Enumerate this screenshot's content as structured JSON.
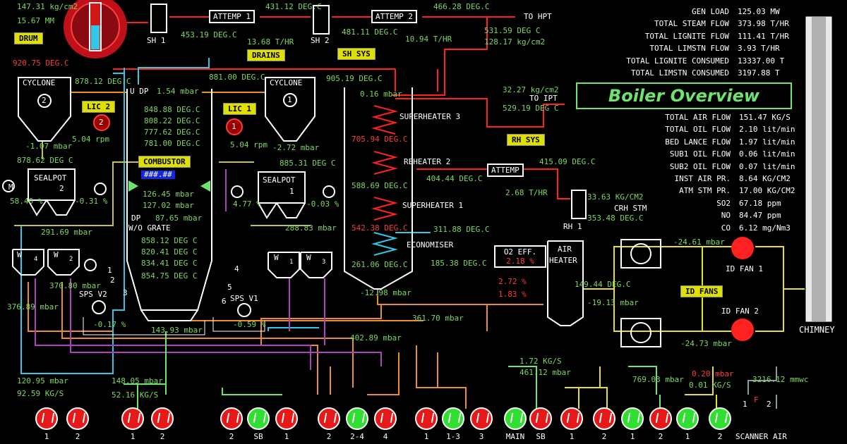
{
  "title": "Boiler Overview",
  "drum": {
    "pressure": "147.31 kg/cm2",
    "level": "15.67 MM",
    "label": "DRUM",
    "temp": "920.75 DEG.C"
  },
  "sh1": {
    "label": "SH 1",
    "temp": "453.19 DEG.C"
  },
  "attemp1": {
    "label": "ATTEMP 1",
    "temp": "431.12 DEG.C",
    "flow": "13.68 T/HR"
  },
  "sh2": {
    "label": "SH 2",
    "temp": "481.11 DEG.C"
  },
  "attemp2": {
    "label": "ATTEMP 2",
    "temp": "466.28 DEG.C",
    "flow": "10.94 T/HR"
  },
  "hpt": {
    "label": "TO HPT",
    "temp": "531.59 DEG C",
    "pressure": "128.17 kg/cm2"
  },
  "buttons": {
    "drains": "DRAINS",
    "sh_sys": "SH SYS",
    "rh_sys": "RH SYS",
    "lic2": "LIC 2",
    "lic1": "LIC 1",
    "combustor": "COMBUSTOR",
    "id_fans": "ID FANS"
  },
  "cyclone2": {
    "label": "CYCLONE",
    "num": "2",
    "temp": "878.12 DEG.C",
    "pressure": "-1.07 mbar"
  },
  "cyclone1": {
    "label": "CYCLONE",
    "num": "1",
    "temp_in": "881.00 DEG.C",
    "temp_out": "905.19 DEG.C",
    "pressure": "-2.72 mbar"
  },
  "combustor": {
    "udp_label": "U DP",
    "udp": "1.54 mbar",
    "temps": [
      "848.88 DEG.C",
      "808.22 DEG.C",
      "777.62 DEG.C",
      "781.00 DEG.C"
    ],
    "hash": "###.##",
    "mid": [
      "126.45 mbar",
      "127.02 mbar",
      "87.65 mbar"
    ],
    "dp_label": "DP",
    "wo_grate": "W/O GRATE",
    "bed": [
      "858.12 DEG C",
      "820.41 DEG C",
      "834.41 DEG C",
      "854.75 DEG C"
    ],
    "bottom": "143.93 mbar"
  },
  "lic2_rpm": "5.04 rpm",
  "lic1_rpm": "5.04 rpm",
  "sealpot2": {
    "label": "SEALPOT",
    "num": "2",
    "temp": "878.62 DEG C",
    "left": "58.40 %",
    "right": "-0.31 %",
    "pressure": "291.69 mbar"
  },
  "sealpot1": {
    "label": "SEALPOT",
    "num": "1",
    "temp": "885.31 DEG C",
    "left": "4.77 %",
    "right": "-0.03 %",
    "pressure": "288.83 mbar"
  },
  "sps_v2": {
    "label": "SPS V2",
    "value": "-0.17 %"
  },
  "sps_v1": {
    "label": "SPS V1",
    "value": "-0.59 %"
  },
  "left_vals": {
    "p1": "370.80 mbar",
    "p2": "376.89 mbar",
    "p3": "361.70 mbar",
    "p4": "402.89 mbar"
  },
  "nums": [
    "1",
    "2",
    "3",
    "4",
    "5",
    "6"
  ],
  "backpass": {
    "top": "0.16 mbar",
    "sh3": "SUPERHEATER 3",
    "t1": "705.94 DEG.C",
    "rh2": "REHEATER 2",
    "t2": "588.69 DEG.C",
    "sh1": "SUPERHEATER 1",
    "t3": "542.38 DEG.C",
    "t3b": "311.88 DEG.C",
    "eco": "ECONOMISER",
    "t4": "261.06 DEG.C",
    "t4b": "185.38 DEG.C",
    "bottom": "-12.98 mbar"
  },
  "ipt": {
    "pressure": "32.27 kg/cm2",
    "label": "TO IPT",
    "temp": "529.19 DEG C"
  },
  "rh_attemp": {
    "label": "ATTEMP",
    "temp_in": "404.44 DEG.C",
    "temp_out": "415.09 DEG.C",
    "flow": "2.68 T/HR"
  },
  "rh1": {
    "label": "RH 1",
    "pressure": "33.63 KG/CM2",
    "crh": "CRH STM",
    "temp": "353.48 DEG.C"
  },
  "o2": {
    "label": "O2 EFF.",
    "value": "2.18 %",
    "v2": "2.72 %",
    "v3": "1.83 %"
  },
  "air_heater": {
    "label1": "AIR",
    "label2": "HEATER",
    "temp": "149.44 DEG.C",
    "pressure": "-19.13 mbar"
  },
  "id_fan1": {
    "label": "ID FAN 1",
    "pressure": "-24.61 mbar"
  },
  "id_fan2": {
    "label": "ID FAN 2",
    "pressure": "-24.73 mbar"
  },
  "chimney": "CHIMNEY",
  "stats": [
    {
      "label": "GEN LOAD",
      "value": "125.03 MW"
    },
    {
      "label": "TOTAL STEAM FLOW",
      "value": "373.98 T/HR"
    },
    {
      "label": "TOTAL LIGNITE FLOW",
      "value": "111.41 T/HR"
    },
    {
      "label": "TOTAL LIMSTN FLOW",
      "value": "3.93 T/HR"
    },
    {
      "label": "TOTAL LIGNITE CONSUMED",
      "value": "13337.00 T"
    },
    {
      "label": "TOTAL LIMSTN CONSUMED",
      "value": "3197.88 T"
    }
  ],
  "stats2": [
    {
      "label": "TOTAL AIR FLOW",
      "value": "151.47 KG/S"
    },
    {
      "label": "TOTAL OIL FLOW",
      "value": "2.10 lit/min"
    },
    {
      "label": "BED LANCE FLOW",
      "value": "1.97 lit/min"
    },
    {
      "label": "SUB1 OIL FLOW",
      "value": "0.06 lit/min"
    },
    {
      "label": "SUB2 OIL FLOW",
      "value": "0.07 lit/min"
    },
    {
      "label": "INST AIR PR.",
      "value": "8.64 KG/CM2"
    },
    {
      "label": "ATM STM PR.",
      "value": "17.00 KG/CM2"
    },
    {
      "label": "SO2",
      "value": "67.18 ppm"
    },
    {
      "label": "NO",
      "value": "84.47 ppm"
    },
    {
      "label": "CO",
      "value": "6.12 mg/Nm3"
    }
  ],
  "bottom_vals": {
    "a": "120.95 mbar",
    "b": "92.59 KG/S",
    "c": "148.05 mbar",
    "d": "52.16 KG/S",
    "e": "1.72 KG/S",
    "f": "461.12 mbar",
    "g": "769.03 mbar",
    "h": "0.20 mbar",
    "i": "0.01 KG/S",
    "j": "3216.12 mmwc"
  },
  "fans": [
    {
      "label": "1",
      "color": "red"
    },
    {
      "label": "2",
      "color": "red"
    },
    {
      "label": "1",
      "color": "red"
    },
    {
      "label": "2",
      "color": "red"
    },
    {
      "label": "2",
      "color": "red"
    },
    {
      "label": "SB",
      "color": "green"
    },
    {
      "label": "1",
      "color": "red"
    },
    {
      "label": "2",
      "color": "red"
    },
    {
      "label": "2-4",
      "color": "green"
    },
    {
      "label": "4",
      "color": "red"
    },
    {
      "label": "1",
      "color": "red"
    },
    {
      "label": "1-3",
      "color": "green"
    },
    {
      "label": "3",
      "color": "red"
    },
    {
      "label": "MAIN",
      "color": "green"
    },
    {
      "label": "SB",
      "color": "red"
    },
    {
      "label": "1",
      "color": "red"
    },
    {
      "label": "2",
      "color": "red"
    },
    {
      "label": "1",
      "color": "green"
    },
    {
      "label": "2",
      "color": "red"
    },
    {
      "label": "1",
      "color": "green"
    },
    {
      "label": "2",
      "color": "green"
    }
  ],
  "scanner": {
    "label": "SCANNER AIR",
    "n1": "1",
    "n2": "2",
    "f": "F"
  },
  "w_labels": [
    "W",
    "W",
    "W",
    "W"
  ],
  "w_nums": [
    "4",
    "2",
    "1",
    "3"
  ],
  "m": "M",
  "colors": {
    "steam": "#ff2020",
    "water": "#30c8e8",
    "air": "#e8902c",
    "coal": "#c8c040",
    "gas": "#e8e020",
    "green": "#6fe36f"
  }
}
